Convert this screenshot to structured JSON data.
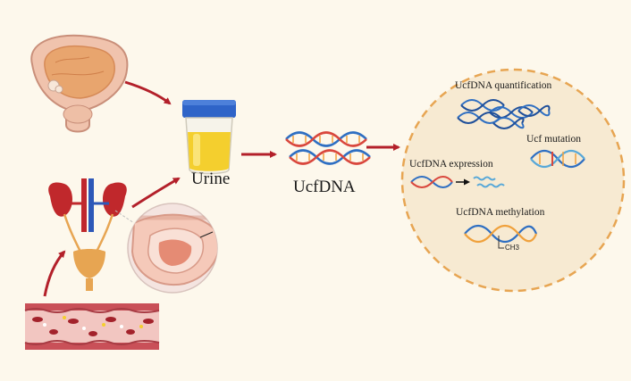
{
  "labels": {
    "urine": "Urine",
    "ucfdna": "UcfDNA",
    "quantification": "UcfDNA quantification",
    "mutation": "Ucf mutation",
    "expression": "UcfDNA expression",
    "methylation": "UcfDNA methylation",
    "methyl_group": "CH3"
  },
  "colors": {
    "background": "#fdf8ec",
    "arrow": "#b3202a",
    "circle_fill": "#f7ead2",
    "circle_border": "#e7a552",
    "dna_blue": "#2f6fc2",
    "dna_red": "#d9473d",
    "urine_yellow": "#f4cf2e",
    "cap_blue": "#2f64c8"
  },
  "icons": [
    "bladder-icon",
    "urine-cup-icon",
    "kidney-urinary-system-icon",
    "blood-vessel-icon",
    "nephron-detail-icon",
    "dna-helix-icon"
  ]
}
